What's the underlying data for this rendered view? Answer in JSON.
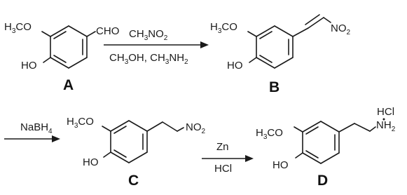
{
  "scheme": {
    "compounds": {
      "A": {
        "label": "A",
        "substituents": {
          "methoxy": "H3CO",
          "hydroxy": "HO",
          "aldehyde": "CHO"
        }
      },
      "B": {
        "label": "B",
        "substituents": {
          "methoxy": "H3CO",
          "hydroxy": "HO",
          "nitro": "NO2"
        }
      },
      "C": {
        "label": "C",
        "substituents": {
          "methoxy": "H3CO",
          "hydroxy": "HO",
          "nitro": "NO2"
        }
      },
      "D": {
        "label": "D",
        "substituents": {
          "methoxy": "H3CO",
          "hydroxy": "HO",
          "amine": "NH2",
          "salt": "HCl"
        }
      }
    },
    "steps": [
      {
        "above": "CH3NO2",
        "below": "CH3OH, CH3NH2"
      },
      {
        "above": "NaBH4",
        "below": ""
      },
      {
        "above": "Zn",
        "below": "HCl"
      }
    ]
  }
}
